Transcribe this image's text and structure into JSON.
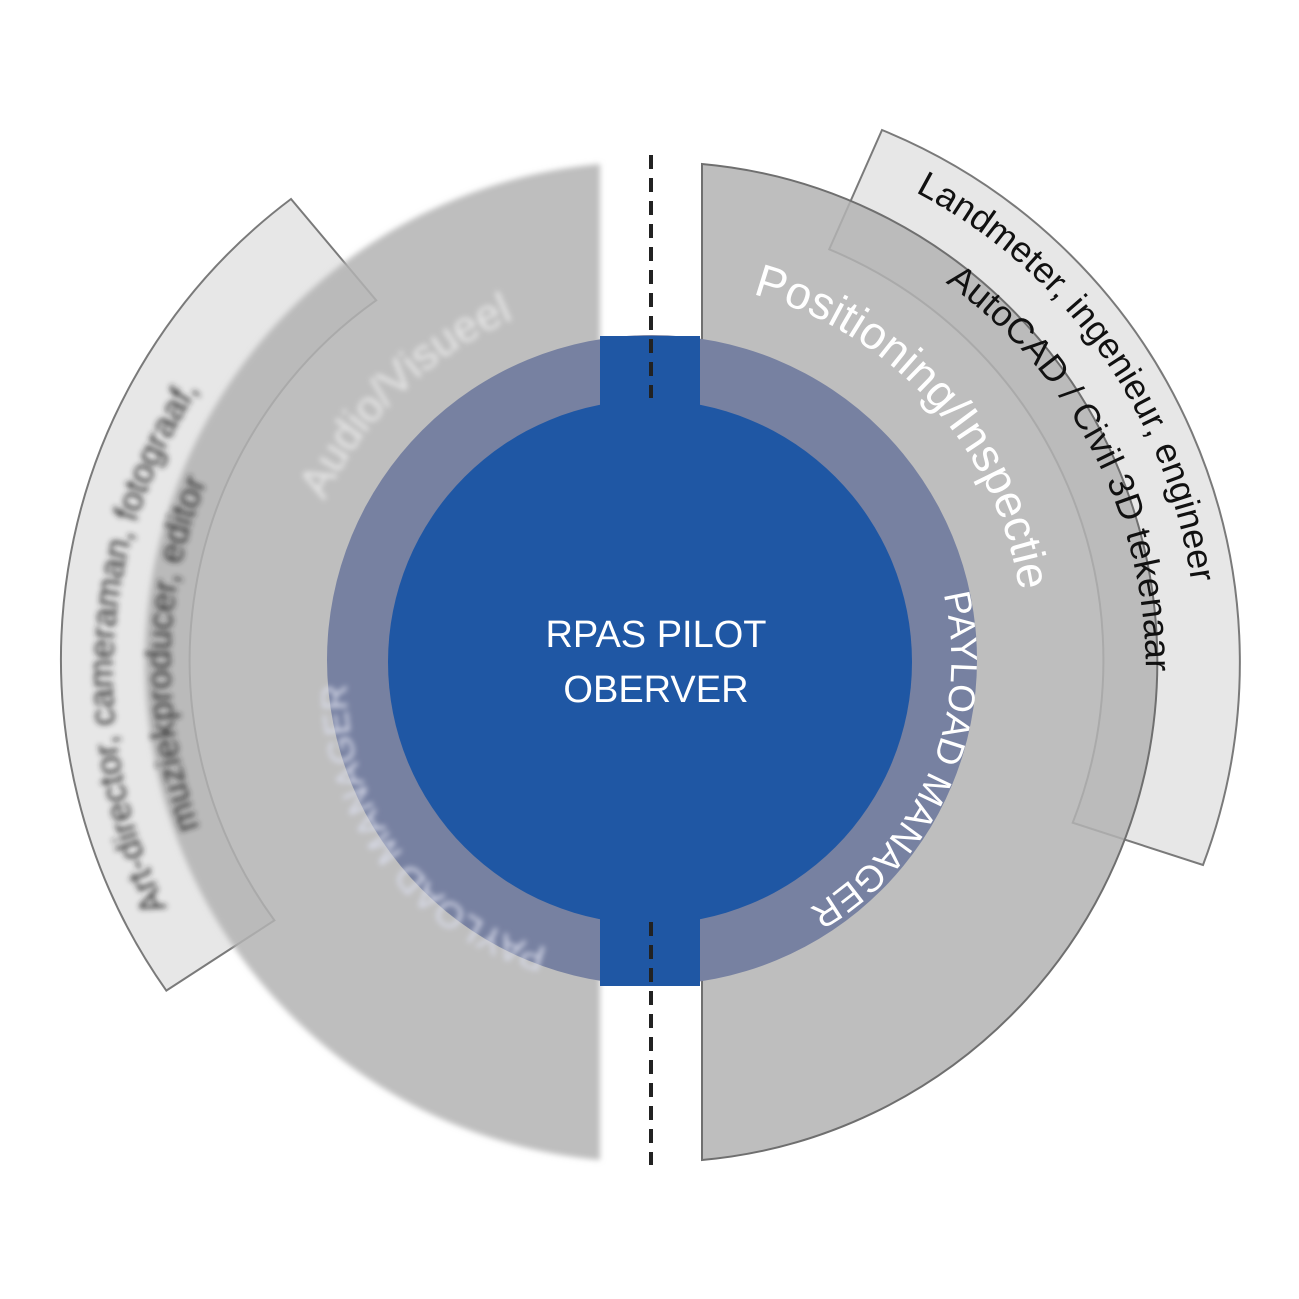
{
  "center": {
    "line1": "RPAS PILOT",
    "line2": "OBERVER",
    "color": "#1f57a4"
  },
  "inner_ring": {
    "left_label": "PAYLOAD MANAGER",
    "right_label": "PAYLOAD MANAGER",
    "color": "#7781a1"
  },
  "outer_ring": {
    "left_label": "Audio/Visueel",
    "right_label": "Positioning/Inspectie",
    "color": "#b3b3b3"
  },
  "roles": {
    "left_line1": "Art-director, cameraman, fotograaf,",
    "left_line2": "muziekproducer, editor",
    "right_line1": "Landmeter, ingenieur, engineer",
    "right_line2": "AutoCAD  / Civil 3D tekenaar",
    "band_color": "#e6e6e6"
  },
  "divider": {
    "style": "dashed",
    "color": "#222222"
  }
}
